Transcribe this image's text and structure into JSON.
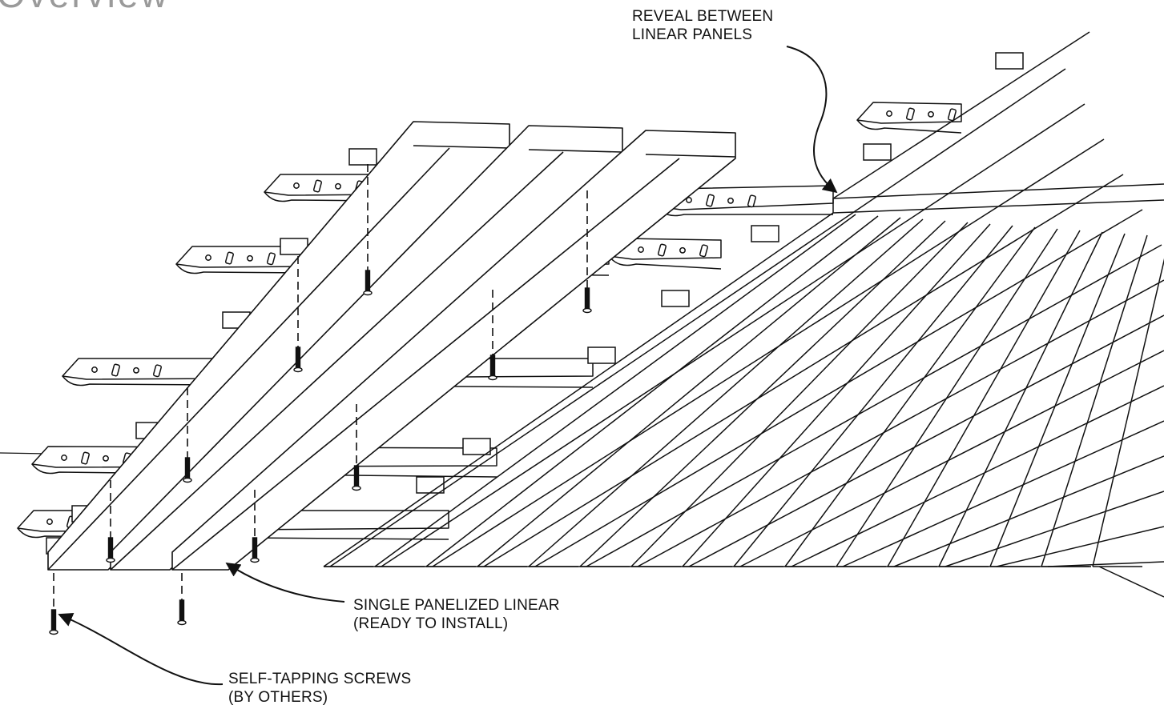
{
  "page": {
    "heading": "Overview"
  },
  "callouts": {
    "reveal": {
      "line1": "REVEAL BETWEEN",
      "line2": "LINEAR PANELS"
    },
    "panelized": {
      "line1": "SINGLE PANELIZED LINEAR",
      "line2": "(READY TO INSTALL)"
    },
    "screws": {
      "line1": "SELF-TAPPING SCREWS",
      "line2": "(BY OTHERS)"
    }
  },
  "colors": {
    "ink": "#111111",
    "paper": "#ffffff",
    "heading": "#9a9a9a"
  }
}
